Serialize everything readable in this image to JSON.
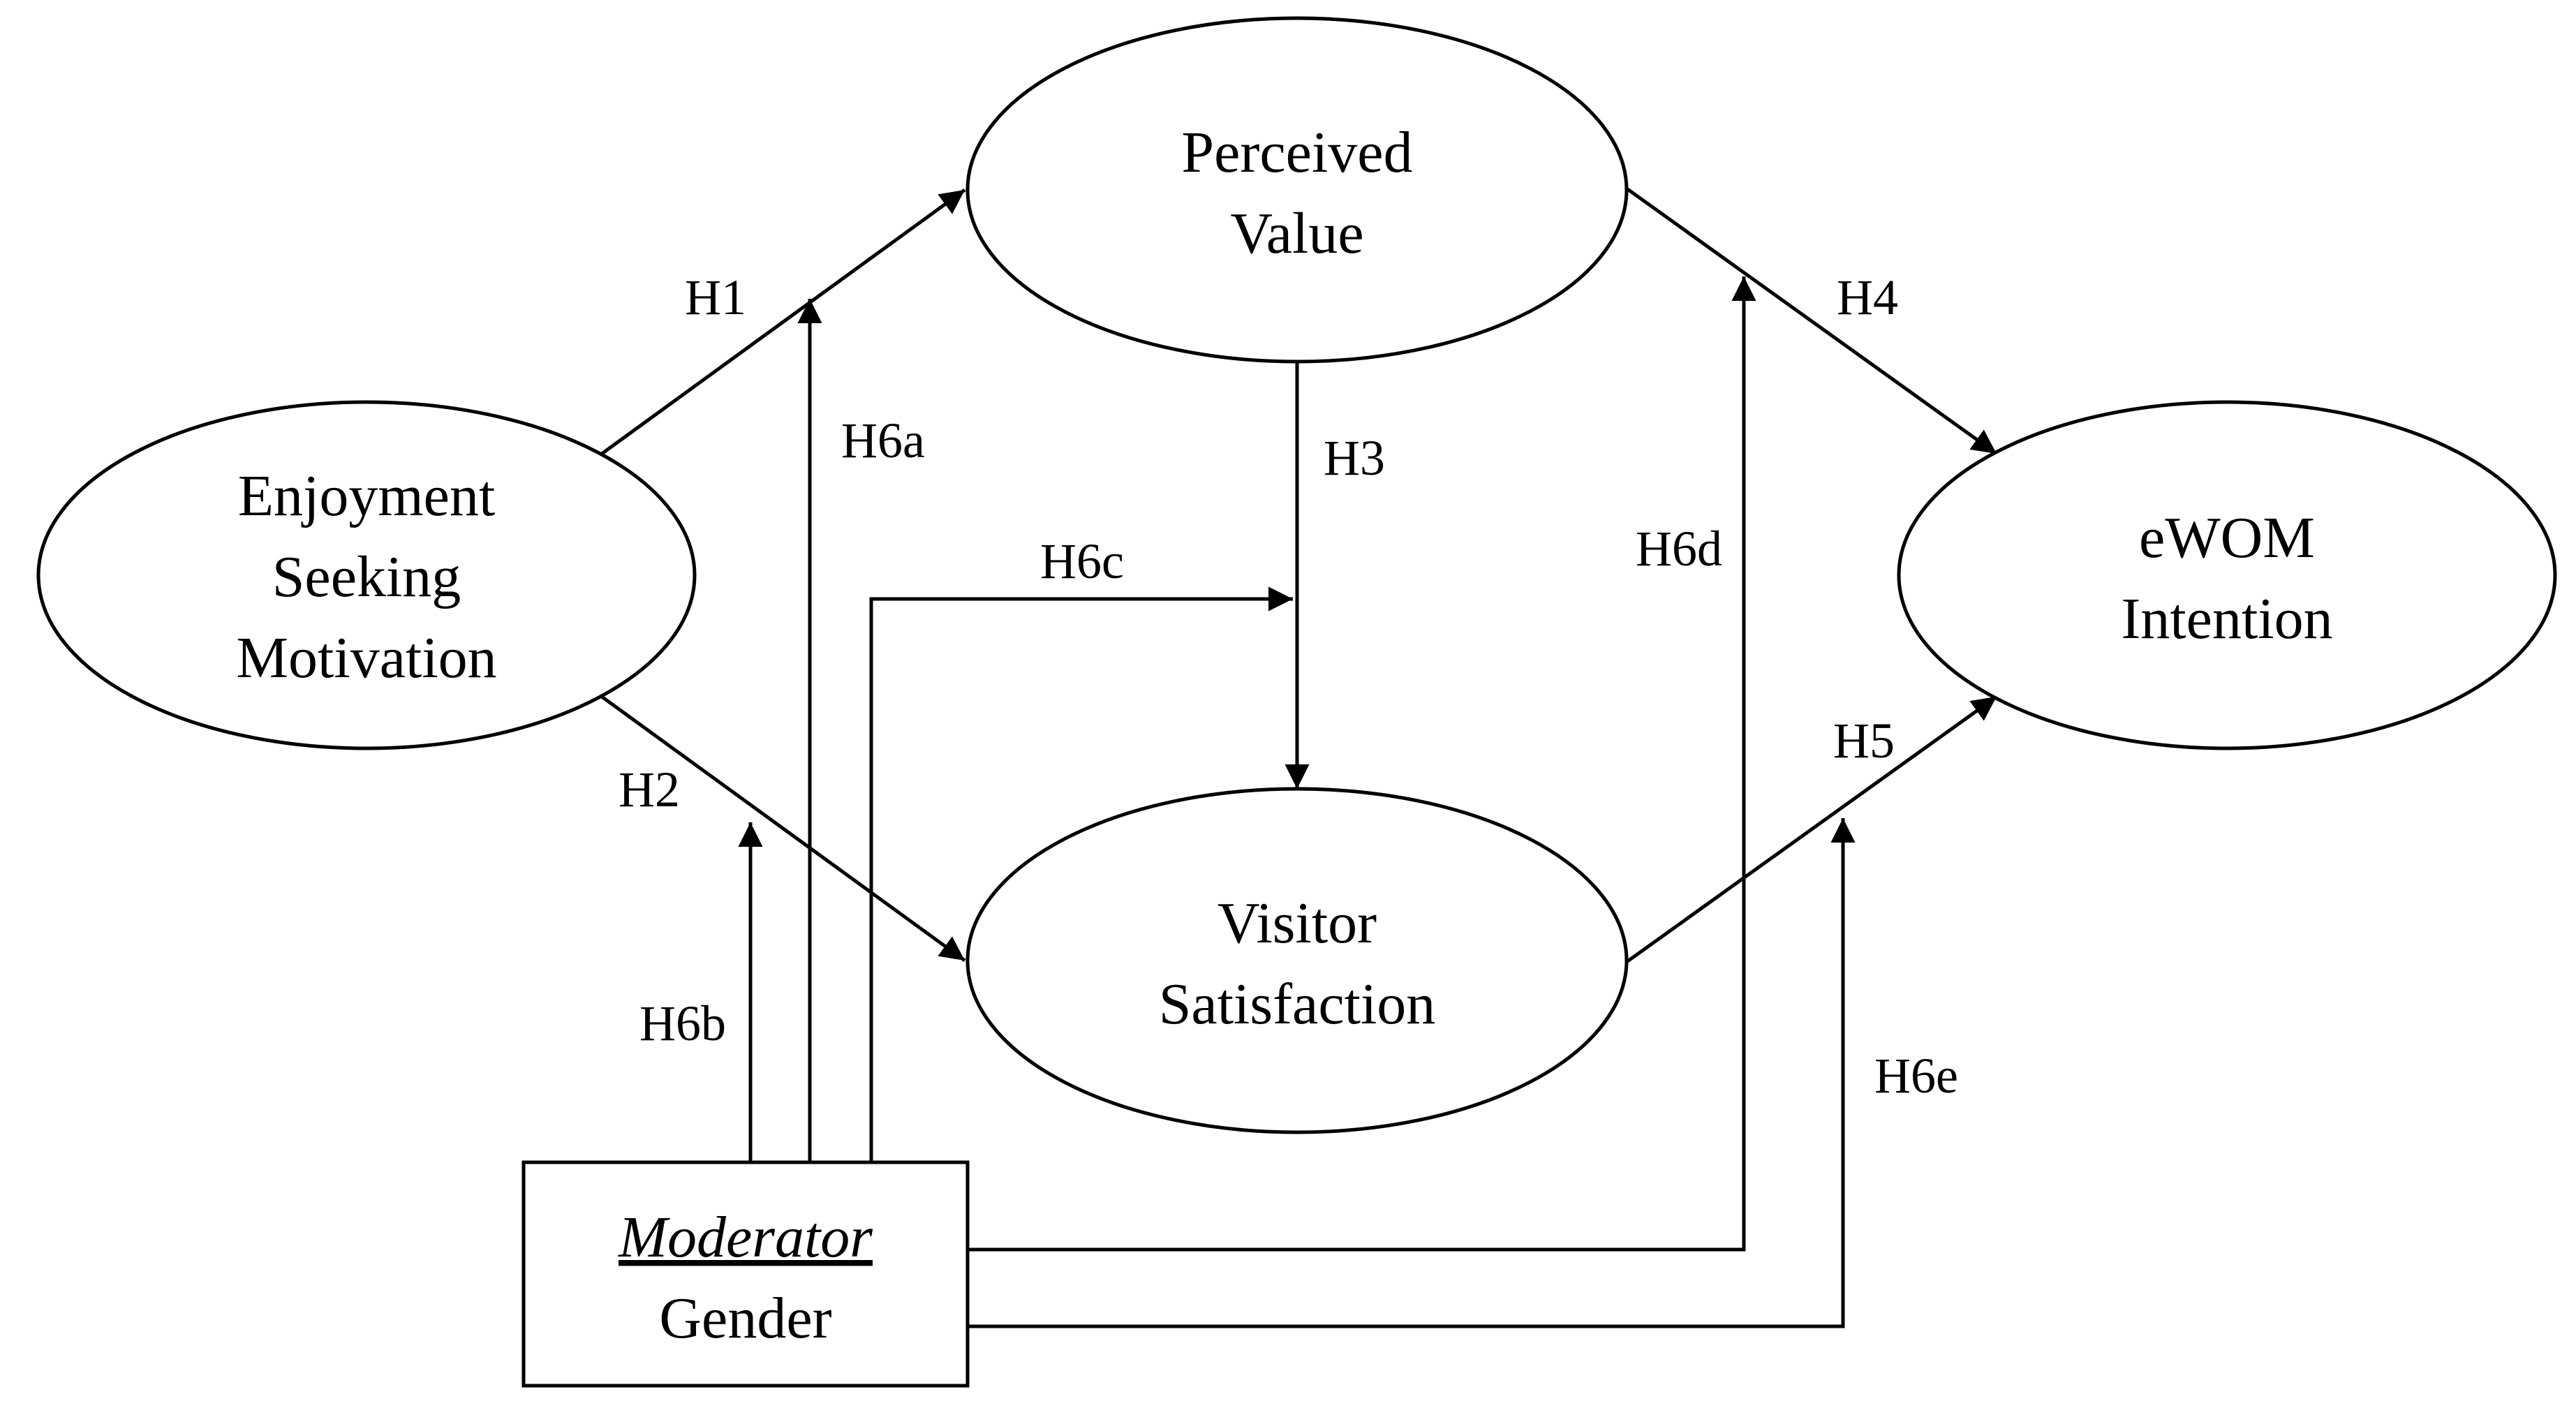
{
  "nodes": {
    "enjoyment": {
      "lines": [
        "Enjoyment",
        "Seeking",
        "Motivation"
      ]
    },
    "perceived_value": {
      "lines": [
        "Perceived",
        "Value"
      ]
    },
    "visitor_satisfaction": {
      "lines": [
        "Visitor",
        "Satisfaction"
      ]
    },
    "ewom": {
      "lines": [
        "eWOM",
        "Intention"
      ]
    },
    "moderator": {
      "title": "Moderator",
      "label": "Gender"
    }
  },
  "hypotheses": {
    "h1": "H1",
    "h2": "H2",
    "h3": "H3",
    "h4": "H4",
    "h5": "H5",
    "h6a": "H6a",
    "h6b": "H6b",
    "h6c": "H6c",
    "h6d": "H6d",
    "h6e": "H6e"
  }
}
